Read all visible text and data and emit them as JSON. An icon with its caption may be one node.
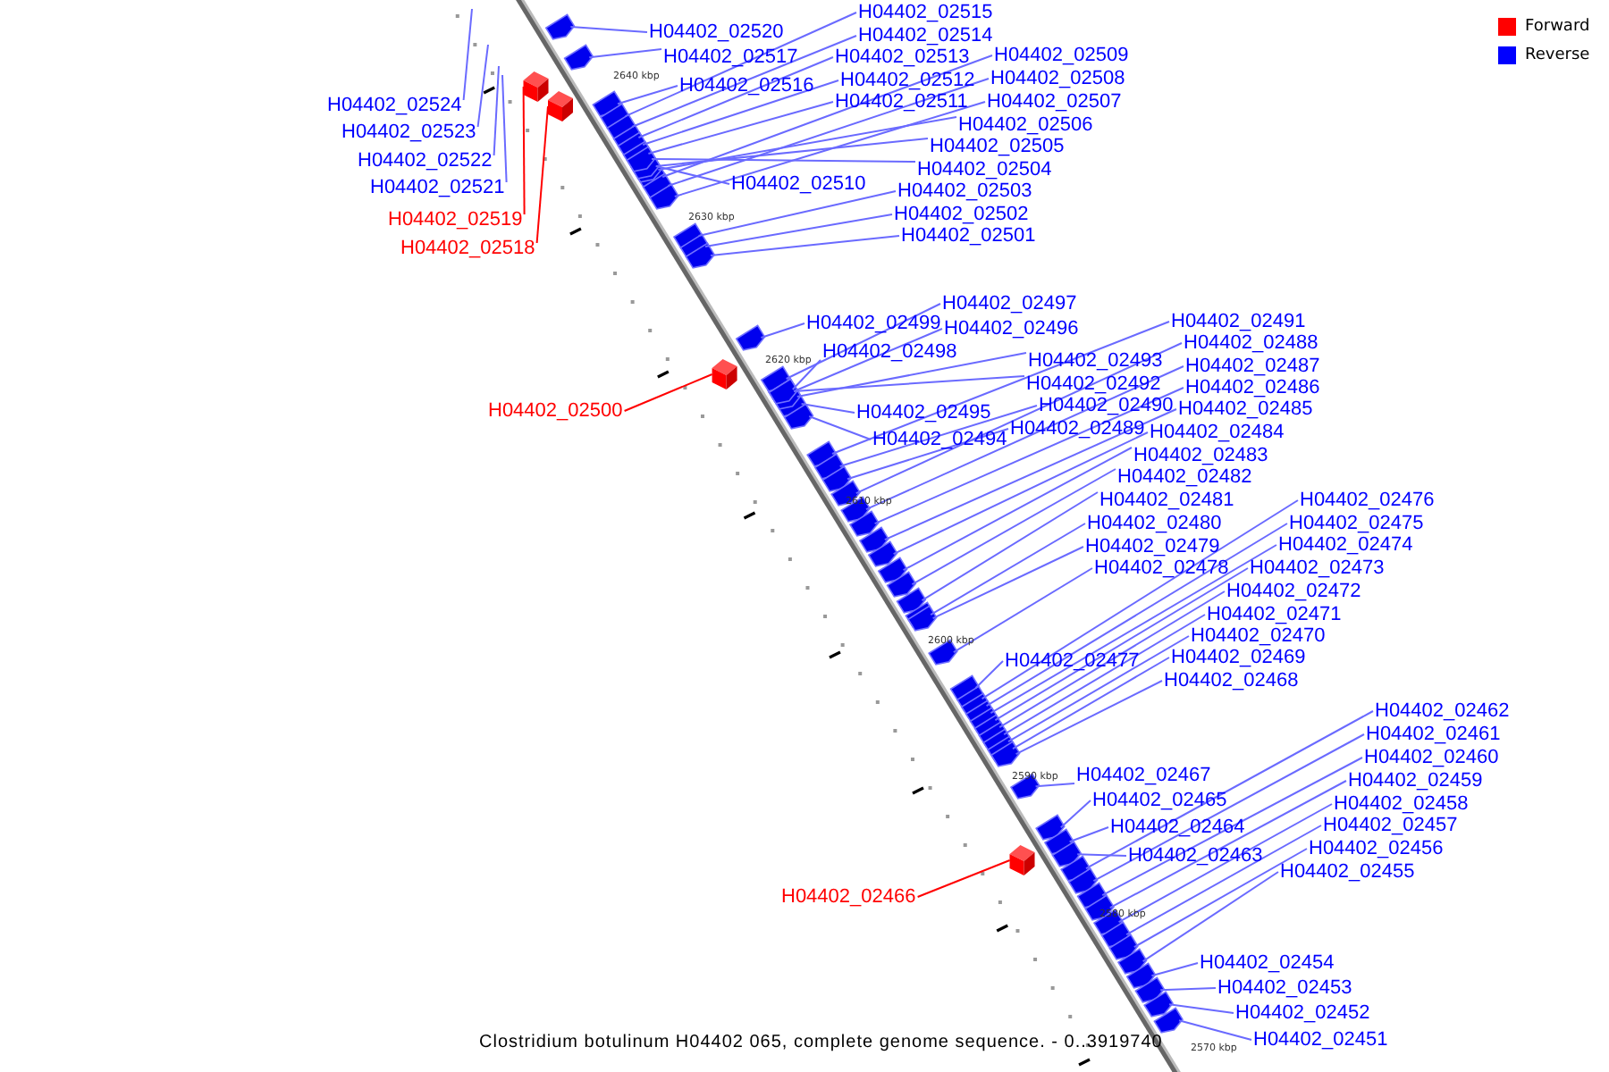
{
  "diagram": {
    "caption": "Clostridium botulinum H04402 065, complete genome sequence. - 0..3919740",
    "nodes": [
      {
        "text": [
          "H04402_02515"
        ]
      },
      {
        "text": [
          "H04402_02520"
        ]
      },
      {
        "text": [
          "H04402_02514"
        ]
      },
      {
        "text": [
          "H04402_02509"
        ]
      },
      {
        "text": [
          "H04402_02517"
        ]
      },
      {
        "text": [
          "H04402_02513"
        ]
      },
      {
        "text": [
          "H04402_02508"
        ]
      },
      {
        "text": [
          "H04402_02512"
        ]
      },
      {
        "text": [
          "H04402_02516"
        ]
      },
      {
        "text": [
          "H04402_02511"
        ]
      },
      {
        "text": [
          "H04402_02507"
        ]
      },
      {
        "text": [
          "H04402_02524"
        ]
      },
      {
        "text": [
          "H04402_02506"
        ]
      },
      {
        "text": [
          "H04402_02523"
        ]
      },
      {
        "text": [
          "H04402_02505"
        ]
      },
      {
        "text": [
          "H04402_02522"
        ]
      },
      {
        "text": [
          "H04402_02504"
        ]
      },
      {
        "text": [
          "H04402_02510"
        ]
      },
      {
        "text": [
          "H04402_02521"
        ]
      },
      {
        "text": [
          "H04402_02503"
        ]
      },
      {
        "text": [
          "H04402_02502"
        ]
      },
      {
        "text": [
          "H04402_02519"
        ]
      },
      {
        "text": [
          "H04402_02501"
        ]
      },
      {
        "text": [
          "H04402_02518"
        ]
      },
      {
        "text": [
          "H04402_02497"
        ]
      },
      {
        "text": [
          "H04402_02491"
        ]
      },
      {
        "text": [
          "H04402_02499"
        ]
      },
      {
        "text": [
          "H04402_02496"
        ]
      },
      {
        "text": [
          "H04402_02488"
        ]
      },
      {
        "text": [
          "H04402_02498"
        ]
      },
      {
        "text": [
          "H04402_02493"
        ]
      },
      {
        "text": [
          "H04402_02487"
        ]
      },
      {
        "text": [
          "H04402_02492"
        ]
      },
      {
        "text": [
          "H04402_02486"
        ]
      },
      {
        "text": [
          "H04402_02490"
        ]
      },
      {
        "text": [
          "H04402_02485"
        ]
      },
      {
        "text": [
          "H04402_02500"
        ]
      },
      {
        "text": [
          "H04402_02495"
        ]
      },
      {
        "text": [
          "H04402_02489"
        ]
      },
      {
        "text": [
          "H04402_02484"
        ]
      },
      {
        "text": [
          "H04402_02494"
        ]
      },
      {
        "text": [
          "H04402_02483"
        ]
      },
      {
        "text": [
          "H04402_02482"
        ]
      },
      {
        "text": [
          "H04402_02481"
        ]
      },
      {
        "text": [
          "H04402_02476"
        ]
      },
      {
        "text": [
          "H04402_02480"
        ]
      },
      {
        "text": [
          "H04402_02475"
        ]
      },
      {
        "text": [
          "H04402_02474"
        ]
      },
      {
        "text": [
          "H04402_02479"
        ]
      },
      {
        "text": [
          "H04402_02478"
        ]
      },
      {
        "text": [
          "H04402_02473"
        ]
      },
      {
        "text": [
          "H04402_02472"
        ]
      },
      {
        "text": [
          "H04402_02471"
        ]
      },
      {
        "text": [
          "H04402_02470"
        ]
      },
      {
        "text": [
          "H04402_02469"
        ]
      },
      {
        "text": [
          "H04402_02477"
        ]
      },
      {
        "text": [
          "H04402_02468"
        ]
      },
      {
        "text": [
          "H04402_02462"
        ]
      },
      {
        "text": [
          "H04402_02461"
        ]
      },
      {
        "text": [
          "H04402_02460"
        ]
      },
      {
        "text": [
          "H04402_02467"
        ]
      },
      {
        "text": [
          "H04402_02459"
        ]
      },
      {
        "text": [
          "H04402_02465"
        ]
      },
      {
        "text": [
          "H04402_02458"
        ]
      },
      {
        "text": [
          "H04402_02457"
        ]
      },
      {
        "text": [
          "H04402_02464"
        ]
      },
      {
        "text": [
          "H04402_02456"
        ]
      },
      {
        "text": [
          "H04402_02463"
        ]
      },
      {
        "text": [
          "H04402_02455"
        ]
      },
      {
        "text": [
          "H04402_02466"
        ]
      },
      {
        "text": [
          "H04402_02454"
        ]
      },
      {
        "text": [
          "H04402_02453"
        ]
      },
      {
        "text": [
          "H04402_02452"
        ]
      },
      {
        "text": [
          "H04402_02451"
        ]
      },
      {
        "text": [],
        "shape": "box"
      },
      {
        "text": [],
        "shape": "box"
      },
      {
        "text": [],
        "shape": "box"
      },
      {
        "text": [],
        "shape": "box"
      },
      {
        "text": [],
        "shape": "box"
      },
      {
        "text": [],
        "shape": "box"
      },
      {
        "text": [],
        "shape": "box"
      },
      {
        "text": [],
        "shape": "box"
      },
      {
        "text": [],
        "shape": "box"
      },
      {
        "text": [],
        "shape": "box"
      },
      {
        "text": [],
        "shape": "box"
      },
      {
        "text": [],
        "shape": "box"
      },
      {
        "text": [],
        "shape": "box"
      },
      {
        "text": [],
        "shape": "box"
      },
      {
        "text": [],
        "shape": "box"
      },
      {
        "text": [],
        "shape": "box"
      },
      {
        "text": [],
        "shape": "box"
      },
      {
        "text": [],
        "shape": "box"
      },
      {
        "text": [],
        "shape": "box"
      },
      {
        "text": [],
        "shape": "box"
      },
      {
        "text": [],
        "shape": "box"
      },
      {
        "text": [],
        "shape": "box"
      },
      {
        "text": [],
        "shape": "box"
      },
      {
        "text": [],
        "shape": "box"
      },
      {
        "text": [],
        "shape": "box"
      },
      {
        "text": [],
        "shape": "box"
      },
      {
        "text": [],
        "shape": "box"
      },
      {
        "text": [],
        "shape": "box"
      },
      {
        "text": [],
        "shape": "box"
      },
      {
        "text": [],
        "shape": "box"
      },
      {
        "text": [],
        "shape": "box"
      },
      {
        "text": [],
        "shape": "box"
      },
      {
        "text": [],
        "shape": "box"
      },
      {
        "text": [],
        "shape": "box"
      },
      {
        "text": [],
        "shape": "box"
      },
      {
        "text": [],
        "shape": "box"
      },
      {
        "text": [],
        "shape": "box"
      },
      {
        "text": [],
        "shape": "box"
      },
      {
        "text": [],
        "shape": "box"
      },
      {
        "text": [],
        "shape": "box"
      },
      {
        "text": [],
        "shape": "box"
      },
      {
        "text": [],
        "shape": "box"
      },
      {
        "text": [],
        "shape": "box"
      },
      {
        "text": [],
        "shape": "box"
      },
      {
        "text": [],
        "shape": "box"
      },
      {
        "text": [],
        "shape": "box"
      },
      {
        "text": [],
        "shape": "box"
      },
      {
        "text": [],
        "shape": "box"
      },
      {
        "text": [],
        "shape": "box"
      },
      {
        "text": [],
        "shape": "box"
      },
      {
        "text": [],
        "shape": "box"
      },
      {
        "text": [],
        "shape": "box"
      },
      {
        "text": [],
        "shape": "box"
      },
      {
        "text": [],
        "shape": "box"
      },
      {
        "text": [],
        "shape": "box"
      },
      {
        "text": [],
        "shape": "box"
      },
      {
        "text": [],
        "shape": "box"
      },
      {
        "text": [],
        "shape": "box"
      },
      {
        "text": [],
        "shape": "box"
      },
      {
        "text": [],
        "shape": "box"
      },
      {
        "text": [],
        "shape": "box"
      },
      {
        "text": [],
        "shape": "box"
      },
      {
        "text": [],
        "shape": "box"
      },
      {
        "text": [],
        "shape": "box"
      },
      {
        "text": [],
        "shape": "box"
      },
      {
        "text": [],
        "shape": "box"
      },
      {
        "text": [],
        "shape": "box"
      },
      {
        "text": [],
        "shape": "box"
      },
      {
        "text": [],
        "shape": "box"
      },
      {
        "text": [],
        "shape": "box"
      }
    ],
    "edges": [
      {
        "from": 0,
        "to": 79,
        "arrow": "none"
      },
      {
        "from": 1,
        "to": 74,
        "arrow": "none"
      },
      {
        "from": 2,
        "to": 80,
        "arrow": "none"
      },
      {
        "from": 3,
        "to": 85,
        "arrow": "none"
      },
      {
        "from": 4,
        "to": 76,
        "arrow": "none"
      },
      {
        "from": 5,
        "to": 81,
        "arrow": "none"
      },
      {
        "from": 6,
        "to": 86,
        "arrow": "none"
      },
      {
        "from": 7,
        "to": 82,
        "arrow": "none"
      },
      {
        "from": 8,
        "to": 78,
        "arrow": "none"
      },
      {
        "from": 9,
        "to": 83,
        "arrow": "none"
      },
      {
        "from": 10,
        "to": 87,
        "arrow": "none"
      },
      {
        "from": 11,
        "to": null,
        "arrow": "none"
      },
      {
        "from": 12,
        "to": 88,
        "arrow": "none"
      },
      {
        "from": 13,
        "to": null,
        "arrow": "none"
      },
      {
        "from": 14,
        "to": 89,
        "arrow": "none"
      },
      {
        "from": 15,
        "to": null,
        "arrow": "none"
      },
      {
        "from": 16,
        "to": 90,
        "arrow": "none"
      },
      {
        "from": 17,
        "to": 84,
        "arrow": "none"
      },
      {
        "from": 18,
        "to": null,
        "arrow": "none"
      },
      {
        "from": 19,
        "to": 91,
        "arrow": "none"
      },
      {
        "from": 20,
        "to": 92,
        "arrow": "none"
      },
      {
        "from": 21,
        "to": 75,
        "arrow": "none",
        "color": "#ff0000"
      },
      {
        "from": 22,
        "to": 93,
        "arrow": "none"
      },
      {
        "from": 23,
        "to": 77,
        "arrow": "none",
        "color": "#ff0000"
      },
      {
        "from": 24,
        "to": 97,
        "arrow": "none"
      },
      {
        "from": 25,
        "to": 103,
        "arrow": "none"
      },
      {
        "from": 26,
        "to": 94,
        "arrow": "none"
      },
      {
        "from": 27,
        "to": 98,
        "arrow": "none"
      },
      {
        "from": 28,
        "to": 106,
        "arrow": "none"
      },
      {
        "from": 29,
        "to": 96,
        "arrow": "none"
      },
      {
        "from": 30,
        "to": 101,
        "arrow": "none"
      },
      {
        "from": 31,
        "to": 107,
        "arrow": "none"
      },
      {
        "from": 32,
        "to": 102,
        "arrow": "none"
      },
      {
        "from": 33,
        "to": 108,
        "arrow": "none"
      },
      {
        "from": 34,
        "to": 104,
        "arrow": "none"
      },
      {
        "from": 35,
        "to": 109,
        "arrow": "none"
      },
      {
        "from": 36,
        "to": 95,
        "arrow": "none",
        "color": "#ff0000"
      },
      {
        "from": 37,
        "to": 99,
        "arrow": "none"
      },
      {
        "from": 38,
        "to": 105,
        "arrow": "none"
      },
      {
        "from": 39,
        "to": 110,
        "arrow": "none"
      },
      {
        "from": 40,
        "to": 100,
        "arrow": "none"
      },
      {
        "from": 41,
        "to": 111,
        "arrow": "none"
      },
      {
        "from": 42,
        "to": 112,
        "arrow": "none"
      },
      {
        "from": 43,
        "to": 113,
        "arrow": "none"
      },
      {
        "from": 44,
        "to": 118,
        "arrow": "none"
      },
      {
        "from": 45,
        "to": 114,
        "arrow": "none"
      },
      {
        "from": 46,
        "to": 119,
        "arrow": "none"
      },
      {
        "from": 47,
        "to": 120,
        "arrow": "none"
      },
      {
        "from": 48,
        "to": 115,
        "arrow": "none"
      },
      {
        "from": 49,
        "to": 116,
        "arrow": "none"
      },
      {
        "from": 50,
        "to": 121,
        "arrow": "none"
      },
      {
        "from": 51,
        "to": 122,
        "arrow": "none"
      },
      {
        "from": 52,
        "to": 123,
        "arrow": "none"
      },
      {
        "from": 53,
        "to": 124,
        "arrow": "none"
      },
      {
        "from": 54,
        "to": 125,
        "arrow": "none"
      },
      {
        "from": 55,
        "to": 117,
        "arrow": "none"
      },
      {
        "from": 56,
        "to": 126,
        "arrow": "none"
      },
      {
        "from": 57,
        "to": 132,
        "arrow": "none"
      },
      {
        "from": 58,
        "to": 133,
        "arrow": "none"
      },
      {
        "from": 59,
        "to": 134,
        "arrow": "none"
      },
      {
        "from": 60,
        "to": 127,
        "arrow": "none"
      },
      {
        "from": 61,
        "to": 135,
        "arrow": "none"
      },
      {
        "from": 62,
        "to": 128,
        "arrow": "none"
      },
      {
        "from": 63,
        "to": 136,
        "arrow": "none"
      },
      {
        "from": 64,
        "to": 137,
        "arrow": "none"
      },
      {
        "from": 65,
        "to": 129,
        "arrow": "none"
      },
      {
        "from": 66,
        "to": 138,
        "arrow": "none"
      },
      {
        "from": 67,
        "to": 131,
        "arrow": "none"
      },
      {
        "from": 68,
        "to": 139,
        "arrow": "none"
      },
      {
        "from": 69,
        "to": 130,
        "arrow": "none",
        "color": "#ff0000"
      },
      {
        "from": 70,
        "to": 140,
        "arrow": "none"
      },
      {
        "from": 71,
        "to": 141,
        "arrow": "none"
      },
      {
        "from": 72,
        "to": 142,
        "arrow": "none"
      },
      {
        "from": 73,
        "to": 143,
        "arrow": "none"
      }
    ],
    "labels": [
      "2640 kbp",
      "2630 kbp",
      "2620 kbp",
      "2610 kbp",
      "2600 kbp",
      "2590 kbp",
      "2580 kbp",
      "2570 kbp"
    ],
    "legend": [
      {
        "text": "Forward",
        "color": "#ff0000"
      },
      {
        "text": "Reverse",
        "color": "#0000ff"
      }
    ]
  }
}
